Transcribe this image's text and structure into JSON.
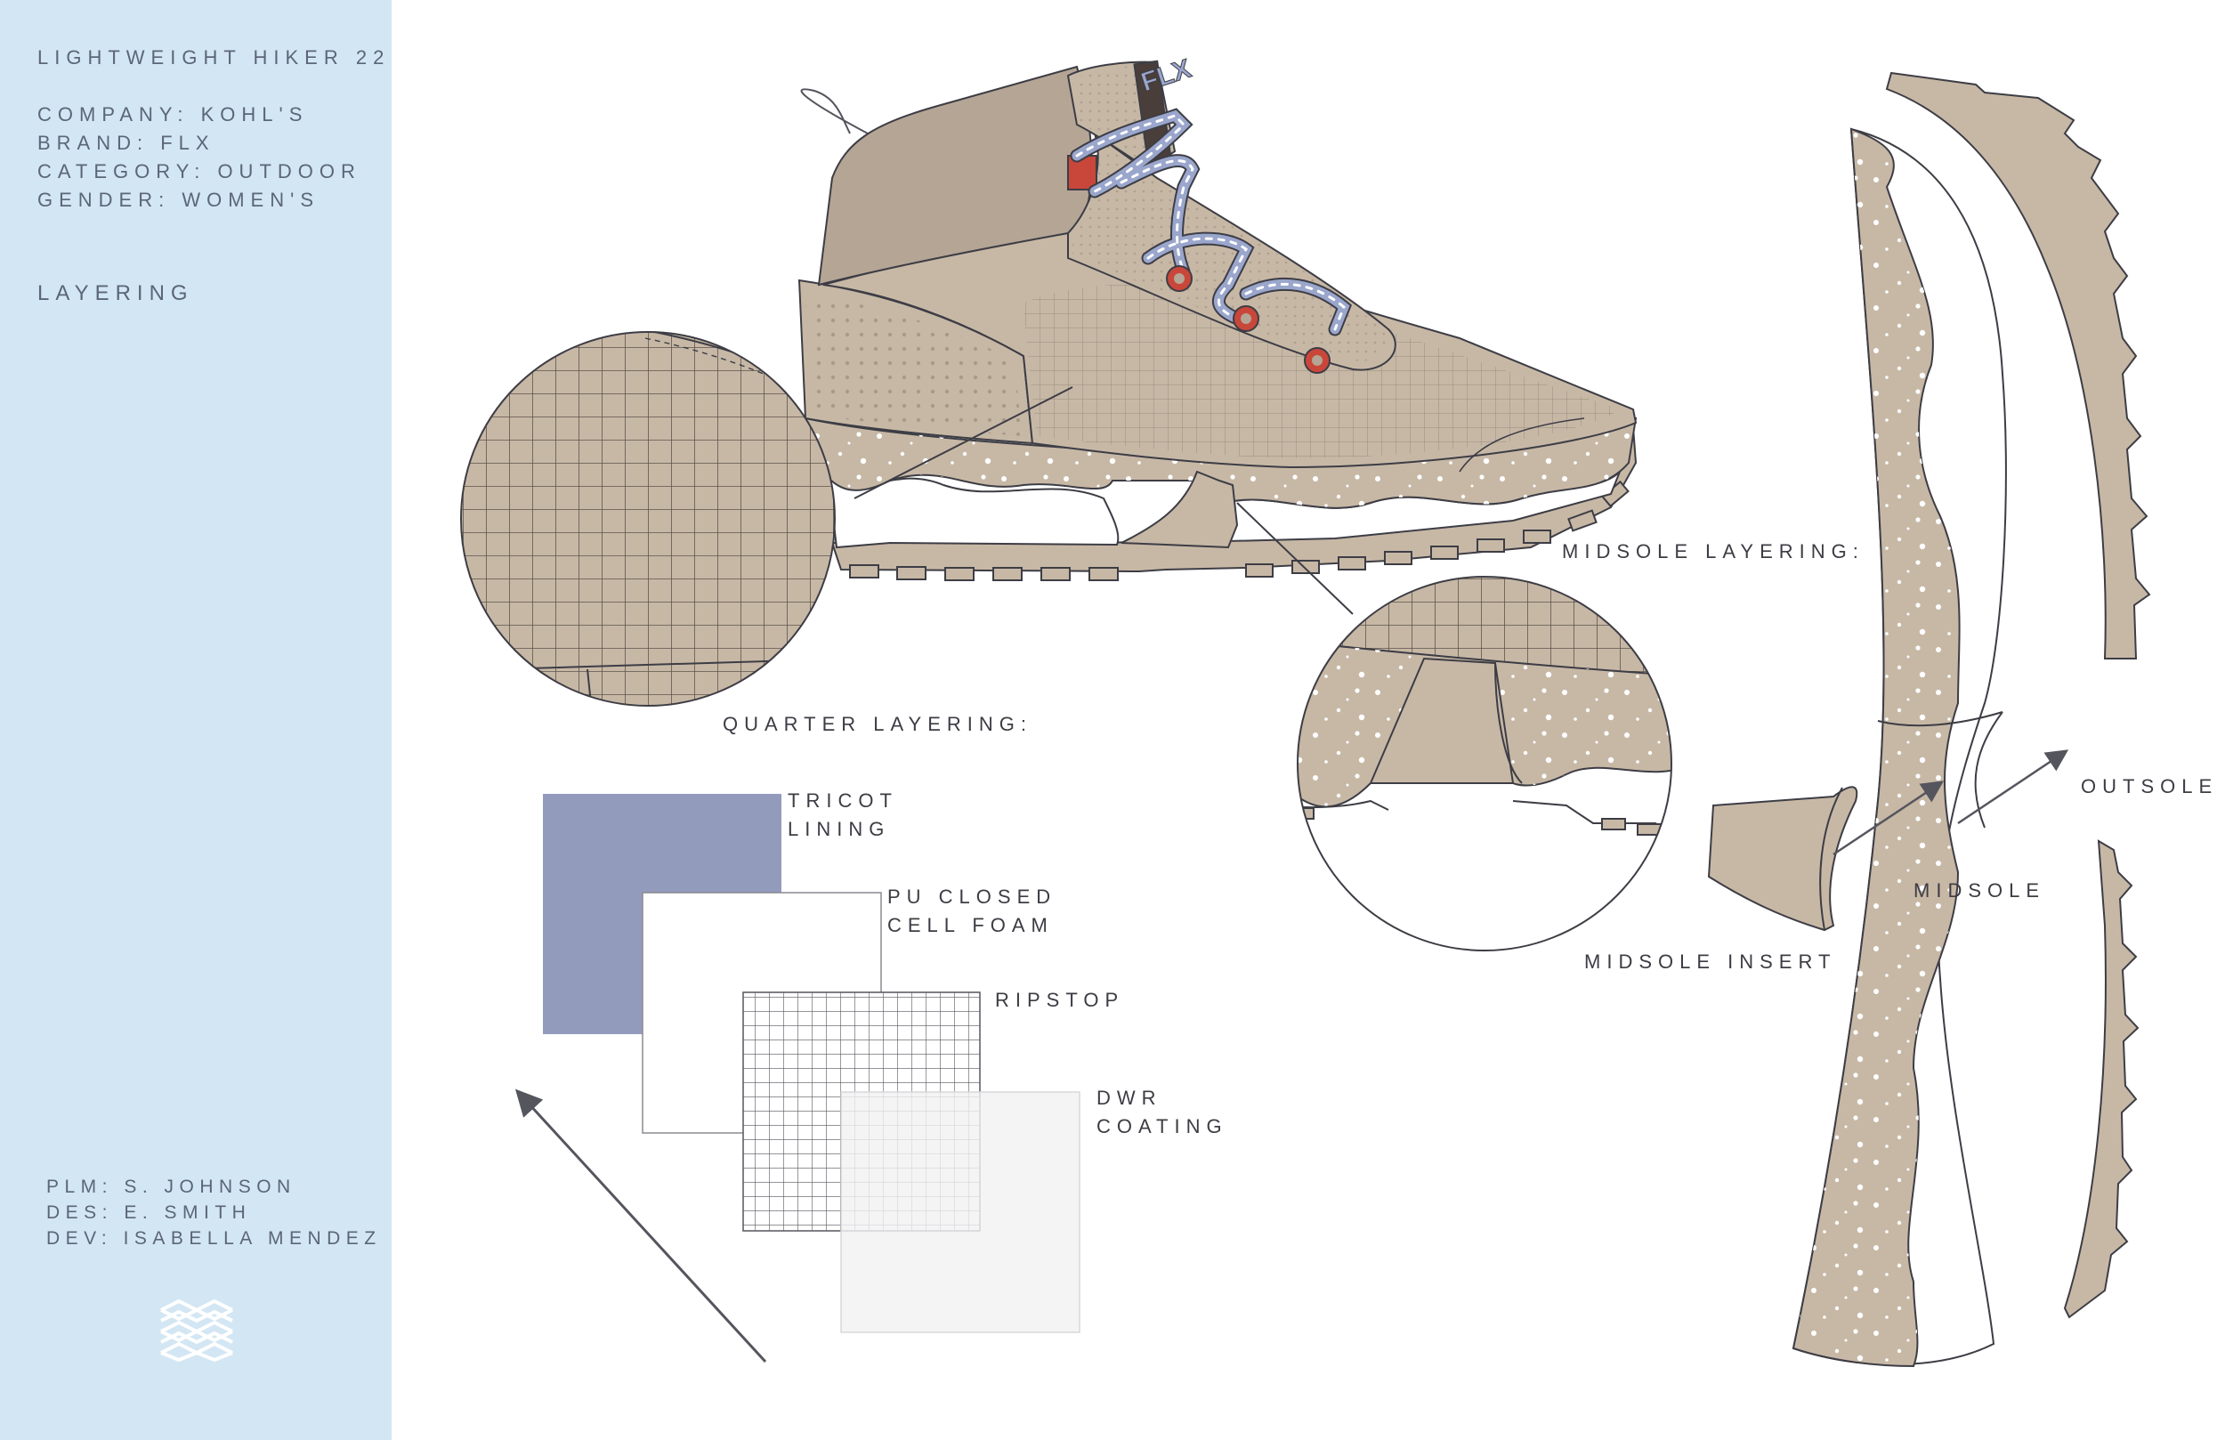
{
  "sheet": {
    "title": "LIGHTWEIGHT HIKER 22",
    "company": "COMPANY: KOHL'S",
    "brand": "BRAND: FLX",
    "category": "CATEGORY: OUTDOOR",
    "gender": "GENDER: WOMEN'S",
    "section": "LAYERING",
    "plm": "PLM: S. JOHNSON",
    "des": "DES: E. SMITH",
    "dev": "DEV: ISABELLA MENDEZ"
  },
  "callouts": {
    "quarter_layering": "QUARTER LAYERING:",
    "midsole_layering": "MIDSOLE LAYERING:",
    "outsole": "OUTSOLE",
    "midsole": "MIDSOLE",
    "midsole_insert": "MIDSOLE INSERT"
  },
  "layers": [
    {
      "line1": "TRICOT",
      "line2": "LINING"
    },
    {
      "line1": "PU CLOSED",
      "line2": "CELL FOAM"
    },
    {
      "line1": "RIPSTOP",
      "line2": ""
    },
    {
      "line1": "DWR",
      "line2": "COATING"
    }
  ],
  "shoe": {
    "tongue_logo": "FLX"
  },
  "colors": {
    "sidebar": "#d3e6f3",
    "upper_taupe": "#c7b8a6",
    "collar_taupe": "#b5a595",
    "lining_lavender": "#939bbd",
    "dwr_grey": "#f1f1f3",
    "lace_blue": "#9aa6cc",
    "eyelet_red": "#c8473a",
    "pull_tab_red": "#c8473a",
    "outline": "#3d3d45"
  }
}
